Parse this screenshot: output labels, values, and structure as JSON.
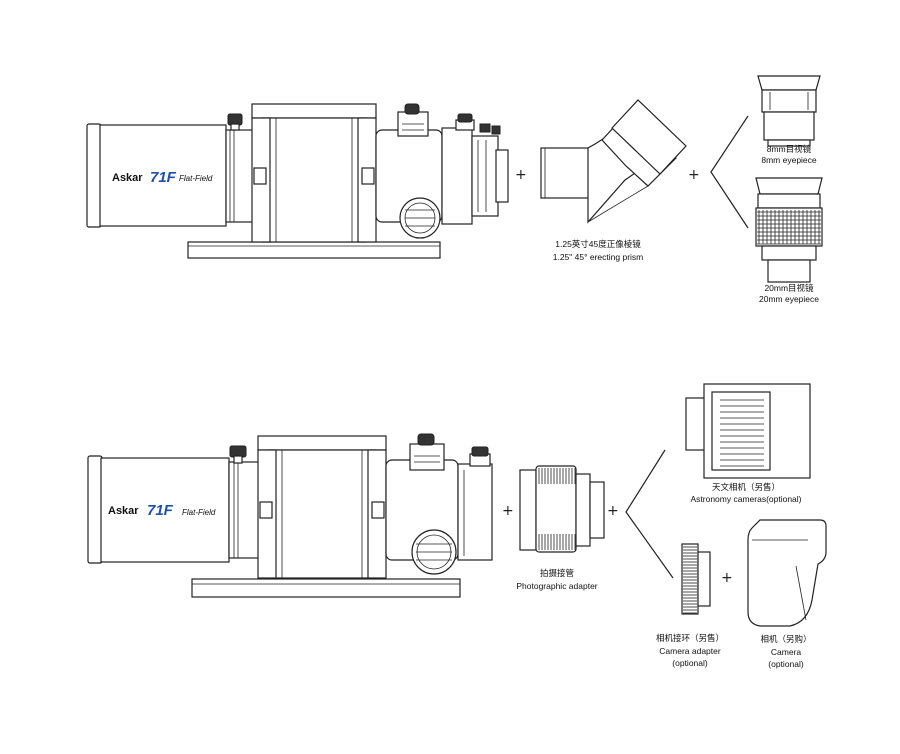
{
  "brand": {
    "name": "Askar",
    "model": "71F",
    "subtitle": "Flat-Field"
  },
  "plus_sign": "+",
  "visual_setup": {
    "prism": {
      "label_cn": "1.25英寸45度正像棱镜",
      "label_en": "1.25\" 45° erecting prism"
    },
    "eyepiece_8mm": {
      "label_cn": "8mm目视镜",
      "label_en": "8mm eyepiece"
    },
    "eyepiece_20mm": {
      "label_cn": "20mm目视镜",
      "label_en": "20mm eyepiece"
    }
  },
  "photo_setup": {
    "adapter": {
      "label_cn": "拍摄接管",
      "label_en": "Photographic adapter"
    },
    "astro_camera": {
      "label_cn": "天文相机（另售）",
      "label_en": "Astronomy cameras(optional)"
    },
    "camera_adapter": {
      "label_cn": "相机接环（另售）",
      "label_en": "Camera adapter",
      "label_note": "(optional)"
    },
    "camera": {
      "label_cn": "相机（另购）",
      "label_en": "Camera",
      "label_note": "(optional)"
    }
  }
}
